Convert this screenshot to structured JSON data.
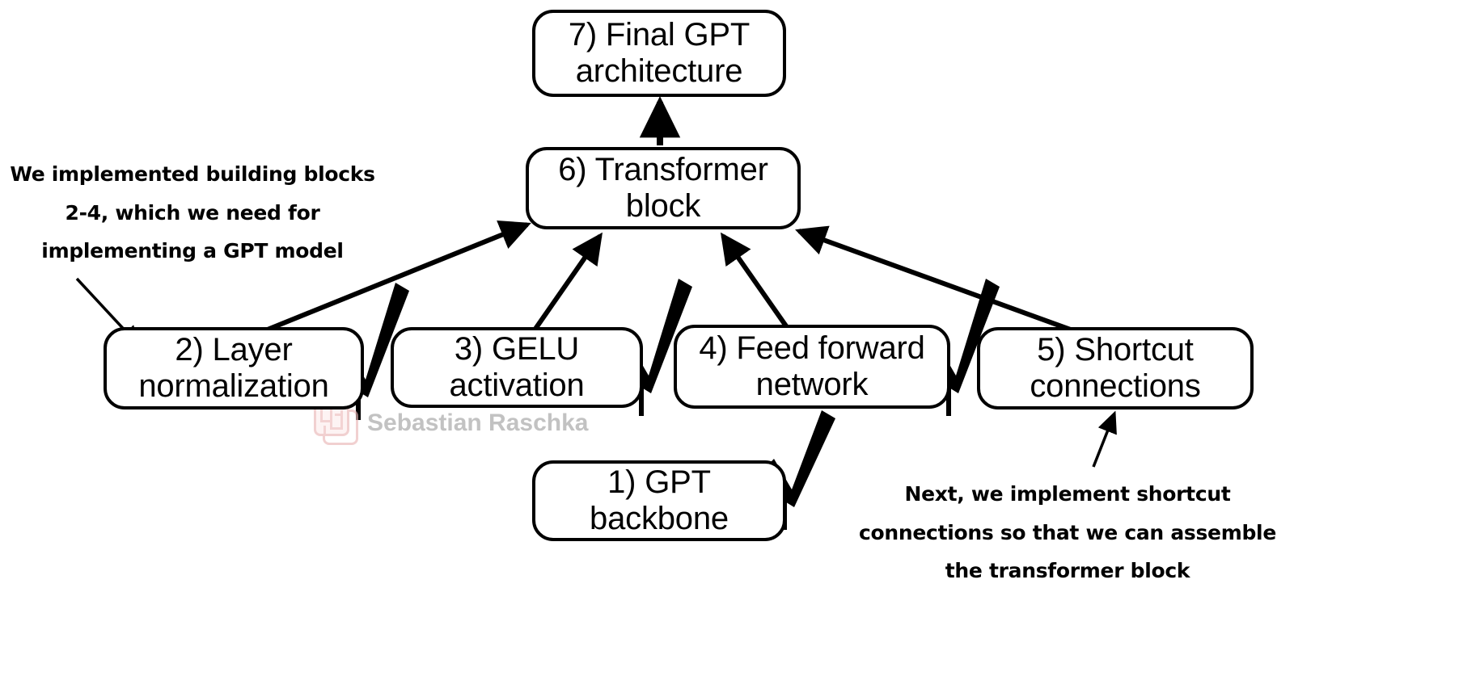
{
  "diagram": {
    "title": "GPT building blocks progress diagram",
    "background_color": "#ffffff",
    "line_color": "#000000",
    "nodes": [
      {
        "id": "final-gpt-architecture",
        "label": "7) Final GPT\narchitecture"
      },
      {
        "id": "transformer-block",
        "label": "6) Transformer\nblock"
      },
      {
        "id": "layer-normalization",
        "label": "2) Layer\nnormalization"
      },
      {
        "id": "gelu-activation",
        "label": "3) GELU\nactivation"
      },
      {
        "id": "feed-forward-network",
        "label": "4) Feed forward\nnetwork"
      },
      {
        "id": "shortcut-connections",
        "label": "5) Shortcut\nconnections"
      },
      {
        "id": "gpt-backbone",
        "label": "1) GPT\nbackbone"
      }
    ],
    "annotations": [
      {
        "id": "left-note",
        "text": "We implemented building blocks\n2-4, which we need for\nimplementing a GPT model"
      },
      {
        "id": "right-note",
        "text": "Next, we implement shortcut\nconnections so that we can assemble\nthe transformer block"
      }
    ],
    "completed_marks": [
      "layer-normalization",
      "gelu-activation",
      "feed-forward-network",
      "gpt-backbone"
    ],
    "edges": [
      {
        "from": "transformer-block",
        "to": "final-gpt-architecture"
      },
      {
        "from": "layer-normalization",
        "to": "transformer-block"
      },
      {
        "from": "gelu-activation",
        "to": "transformer-block"
      },
      {
        "from": "feed-forward-network",
        "to": "transformer-block"
      },
      {
        "from": "shortcut-connections",
        "to": "transformer-block"
      }
    ]
  },
  "watermark": {
    "text": "Sebastian Raschka",
    "text_color": "#c2c2c2",
    "logo_color": "#eab8b8"
  }
}
